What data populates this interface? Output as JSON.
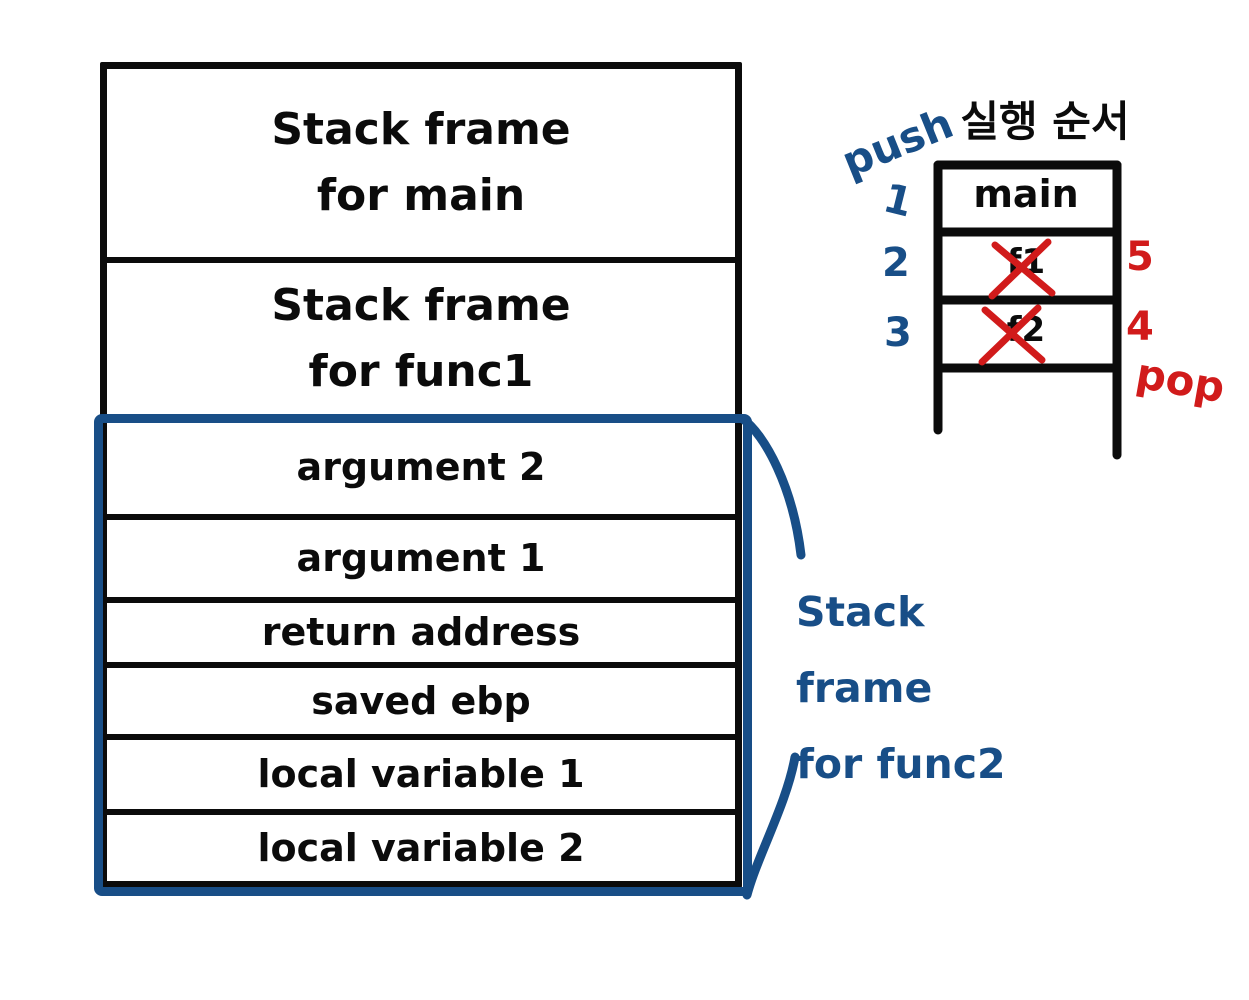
{
  "colors": {
    "ink": "#0b0b0b",
    "blue": "#184e87",
    "red": "#d11b1b"
  },
  "big_stack": {
    "rows": [
      {
        "id": "stack-frame-main",
        "label": "Stack frame\nfor main"
      },
      {
        "id": "stack-frame-func1",
        "label": "Stack frame\nfor func1"
      },
      {
        "id": "argument-2",
        "label": "argument 2"
      },
      {
        "id": "argument-1",
        "label": "argument 1"
      },
      {
        "id": "return-address",
        "label": "return address"
      },
      {
        "id": "saved-ebp",
        "label": "saved ebp"
      },
      {
        "id": "local-variable-1",
        "label": "local variable 1"
      },
      {
        "id": "local-variable-2",
        "label": "local variable 2"
      }
    ],
    "func2_brace_label": "Stack frame\nfor func2"
  },
  "exec_stack": {
    "title": "실행 순서",
    "push_label": "push",
    "pop_label": "pop",
    "push_order": [
      "1",
      "2",
      "3"
    ],
    "pop_order": [
      "5",
      "4"
    ],
    "cells": [
      {
        "label": "main",
        "crossed_out": false
      },
      {
        "label": "f1",
        "crossed_out": true
      },
      {
        "label": "f2",
        "crossed_out": true
      }
    ]
  }
}
